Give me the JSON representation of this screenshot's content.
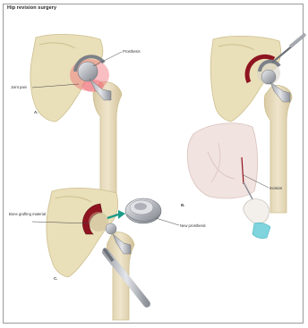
{
  "title": "Hip revision surgery",
  "labels": {
    "prosthesis_a": "Prosthesis",
    "joint_pain": "Joint pain",
    "incision": "Incision",
    "bone_grafting": "Bone grafting material",
    "new_prosthesis": "New prosthesis"
  },
  "panels": {
    "a": "A.",
    "b": "B.",
    "c": "C."
  },
  "colors": {
    "bone": "#e9dfb9",
    "bone_shadow": "#cdbf8e",
    "femur": "#e3d6b6",
    "metal": "#b9bcc2",
    "metal_dark": "#7c8088",
    "pain": "#ef6f78",
    "graft": "#8e1420",
    "skin": "#f1e3df",
    "glove": "#7fd4dd",
    "arrow": "#1c9a88"
  }
}
